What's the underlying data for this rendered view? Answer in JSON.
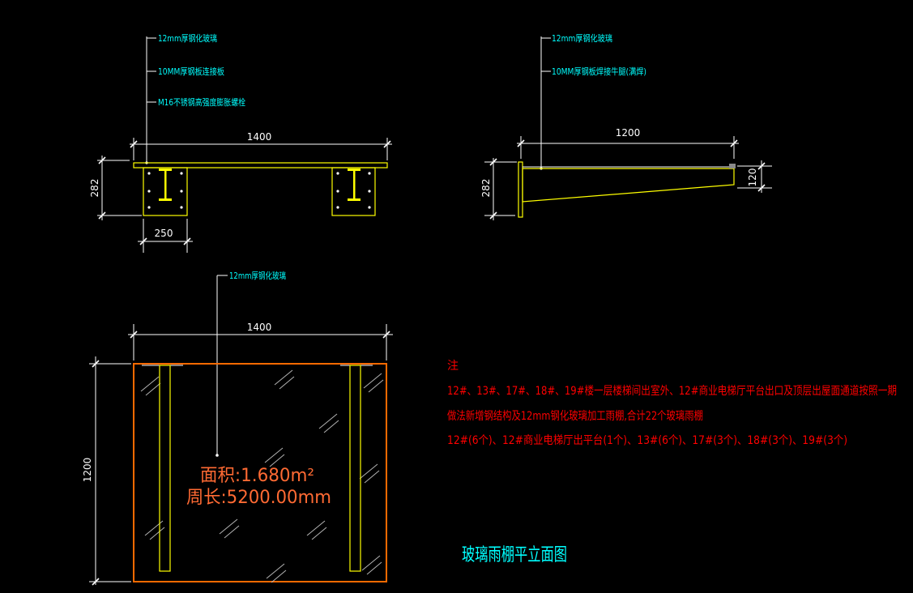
{
  "colors": {
    "background": "#000000",
    "dim": "#ffffff",
    "steel": "#ffff00",
    "label": "#00ffff",
    "outline": "#ff6a00",
    "measure": "#ff6a33",
    "note": "#ff0000",
    "glass": "#b4b4b4"
  },
  "section_left": {
    "labels": [
      "12mm厚钢化玻璃",
      "10MM厚钢板连接板",
      "M16不锈钢高强度膨胀螺栓"
    ],
    "dim_width": "1400",
    "dim_height": "282",
    "dim_plate": "250"
  },
  "section_right": {
    "labels": [
      "12mm厚钢化玻璃",
      "10MM厚钢板焊接牛腿(满焊)"
    ],
    "dim_width": "1200",
    "dim_height": "282",
    "dim_end": "120"
  },
  "plan": {
    "label": "12mm厚钢化玻璃",
    "dim_width": "1400",
    "dim_height": "1200",
    "area": "面积:1.680m²",
    "perimeter": "周长:5200.00mm"
  },
  "notes": {
    "heading": "注",
    "lines": [
      "12#、13#、17#、18#、19#楼一层楼梯间出室外、12#商业电梯厅平台出口及顶层出屋面通道按照一期",
      "做法新增钢结构及12mm钢化玻璃加工雨棚,合计22个玻璃雨棚",
      "12#(6个)、12#商业电梯厅出平台(1个)、13#(6个)、17#(3个)、18#(3个)、19#(3个)"
    ]
  },
  "title": "玻璃雨棚平立面图"
}
